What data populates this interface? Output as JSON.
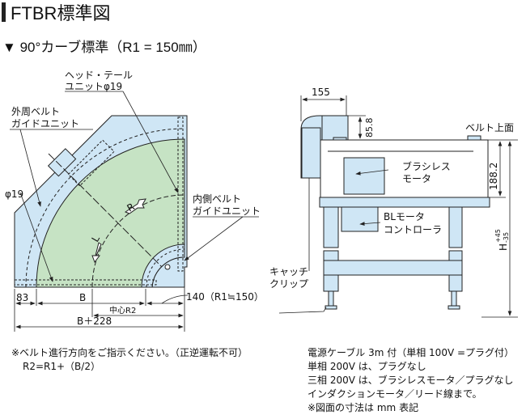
{
  "header": {
    "title": "FTBR標準図",
    "subtitle_marker": "▼",
    "subtitle": "90°カーブ標準（R1 = 150㎜）"
  },
  "plan_view": {
    "label_head_tail": [
      "ヘッド・テール",
      "ユニットφ19"
    ],
    "label_outer_guide": [
      "外周ベルト",
      "ガイドユニット"
    ],
    "label_phi": "φ19",
    "label_inner_guide": [
      "内側ベルト",
      "ガイドユニット"
    ],
    "label_R": "R",
    "label_L": "L",
    "dim_83": "83",
    "dim_B": "B",
    "dim_140": "140（R1≒150）",
    "dim_center": "中心R2",
    "dim_total": "B＋228"
  },
  "side_view": {
    "dim_155": "155",
    "dim_85": "85.8",
    "dim_188": "188.2",
    "dim_H": "H",
    "dim_H_tol_plus": "+45",
    "dim_H_tol_minus": "-35",
    "label_belt_top": "ベルト上面",
    "label_motor": [
      "ブラシレス",
      "モータ"
    ],
    "label_controller": [
      "BLモータ",
      "コントローラ"
    ],
    "label_clip": [
      "キャッチ",
      "クリップ"
    ]
  },
  "notes_left": [
    "※ベルト進行方向をご指示ください。（正逆運転不可）",
    "R2=R1+（B/2）"
  ],
  "notes_right": [
    "電源ケーブル 3m 付（単相 100V =プラグ付）",
    "単相 200V は、プラグなし",
    "三相 200V は、ブラシレスモータ／プラグなし",
    "インダクションモータ／リード線まで。",
    "※図面の寸法は mm 表記"
  ],
  "colors": {
    "blue": "#cfe6f5",
    "green": "#c6e3c4",
    "line": "#222222"
  }
}
